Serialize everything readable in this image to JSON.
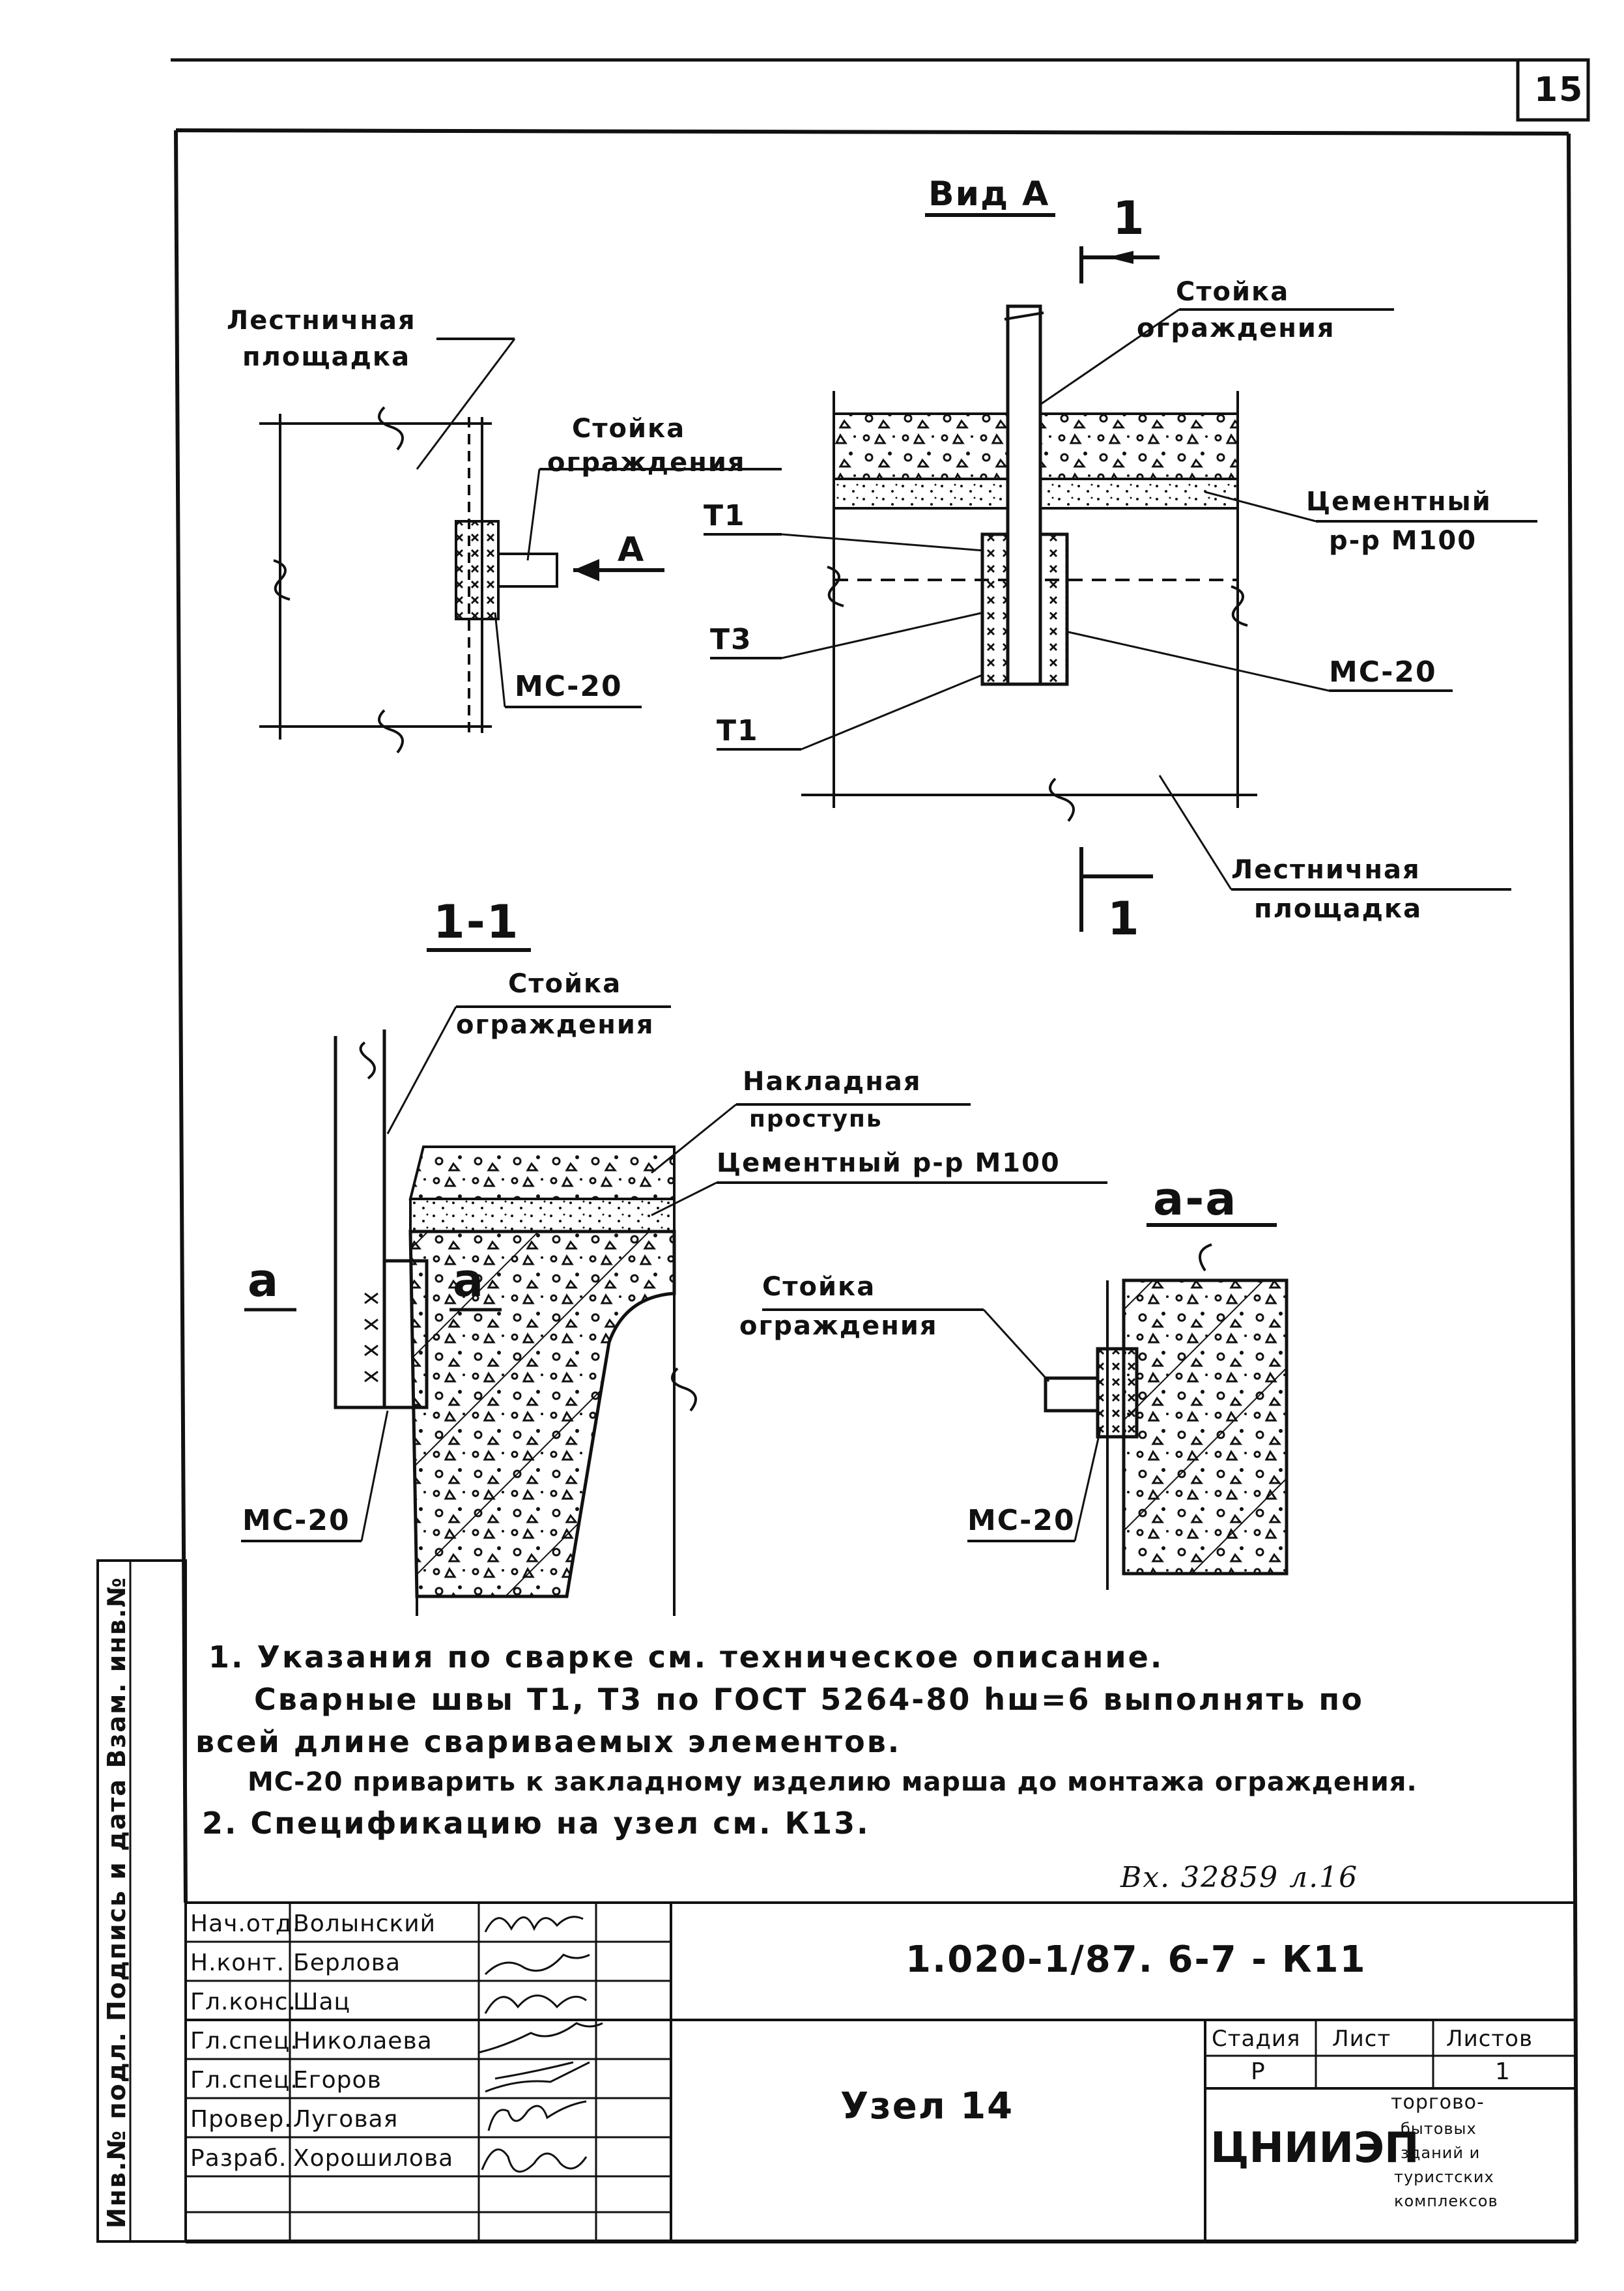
{
  "page_number": "15",
  "view_a": {
    "title": "Вид А",
    "section_mark": "1",
    "post_label_1": "Стойка",
    "post_label_2": "ограждения",
    "cement_label_1": "Цементный",
    "cement_label_2": "р-р М100",
    "weld_t1_top": "Т1",
    "weld_t3": "Т3",
    "weld_t1_bottom": "Т1",
    "mc_label": "МС-20",
    "landing_label_1": "Лестничная",
    "landing_label_2": "площадка"
  },
  "plan_view": {
    "landing_label_1": "Лестничная",
    "landing_label_2": "площадка",
    "post_label_1": "Стойка",
    "post_label_2": "ограждения",
    "arrow_label": "А",
    "mc_label": "МС-20"
  },
  "section_1_1": {
    "title": "1-1",
    "post_label_1": "Стойка",
    "post_label_2": "ограждения",
    "tread_label_1": "Накладная",
    "tread_label_2": "проступь",
    "cement_label": "Цементный р-р М100",
    "cut_mark_left": "а",
    "cut_mark_right": "а",
    "mc_label": "МС-20"
  },
  "section_a_a": {
    "title": "а-а",
    "post_label_1": "Стойка",
    "post_label_2": "ограждения",
    "mc_label": "МС-20"
  },
  "notes": [
    "1. Указания по сварке см. техническое описание.",
    "Сварные швы Т1, Т3 по ГОСТ 5264-80 hш=6 выполнять по",
    "всей длине свариваемых элементов.",
    "МС-20 приварить к закладному изделию марша до монтажа ограждения.",
    "2. Спецификацию на узел см. К13."
  ],
  "incoming_ref": "Вх. 32859 л.16",
  "side_stamp": "Инв.№ подл.   Подпись и дата   Взам. инв.№",
  "title_block": {
    "document_code": "1.020-1/87. 6-7 - К11",
    "drawing_title": "Узел 14",
    "roles": [
      {
        "role": "Нач.отд.",
        "name": "Волынский"
      },
      {
        "role": "Н.конт.",
        "name": "Берлова"
      },
      {
        "role": "Гл.конс.",
        "name": "Шац"
      },
      {
        "role": "Гл.спец.",
        "name": "Николаева"
      },
      {
        "role": "Гл.спец.",
        "name": "Егоров"
      },
      {
        "role": "Провер.",
        "name": "Луговая"
      },
      {
        "role": "Разраб.",
        "name": "Хорошилова"
      }
    ],
    "stage_header": "Стадия",
    "sheet_header": "Лист",
    "sheets_header": "Листов",
    "stage_value": "Р",
    "sheet_value": "",
    "sheets_value": "1",
    "organization": "ЦНИИЭП",
    "organization_full": [
      "торгово-",
      "бытовых",
      "зданий и",
      "туристских",
      "комплексов"
    ]
  }
}
